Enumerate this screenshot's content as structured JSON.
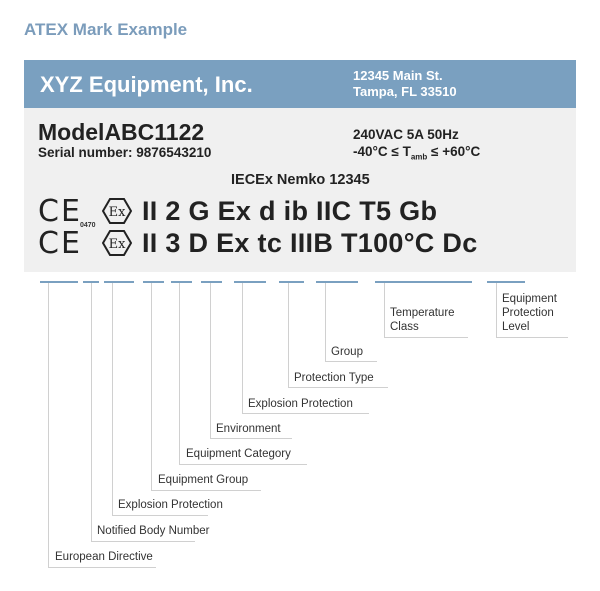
{
  "title": "ATEX Mark Example",
  "label_header": {
    "company": "XYZ Equipment, Inc.",
    "address_line1": "12345 Main St.",
    "address_line2": "Tampa, FL 33510"
  },
  "label_body": {
    "model": "ModelABC1122",
    "serial": "Serial number: 9876543210",
    "electrical": "240VAC 5A 50Hz",
    "temp_prefix": "-40°C ≤ T",
    "temp_sub": "amb",
    "temp_suffix": " ≤ +60°C",
    "iecex": "IECEx Nemko 12345",
    "ce_mark": "CE",
    "notified_body": "0470",
    "ex_symbol": "Ex",
    "marking_gas": "II 2 G Ex d ib IIC T5 Gb",
    "marking_dust": "II 3 D Ex tc IIIB T100°C Dc"
  },
  "callouts": [
    {
      "label": "European Directive"
    },
    {
      "label": "Notified Body Number"
    },
    {
      "label": "Explosion Protection"
    },
    {
      "label": "Equipment Group"
    },
    {
      "label": "Equipment Category"
    },
    {
      "label": "Environment"
    },
    {
      "label": "Explosion Protection"
    },
    {
      "label": "Protection Type"
    },
    {
      "label": "Group"
    },
    {
      "label": "Temperature Class"
    },
    {
      "label": "Equipment Protection Level"
    }
  ],
  "colors": {
    "accent": "#7aa0c0",
    "panel": "#f0f0f0",
    "text": "#222222",
    "leader": "#d0d0d0"
  }
}
